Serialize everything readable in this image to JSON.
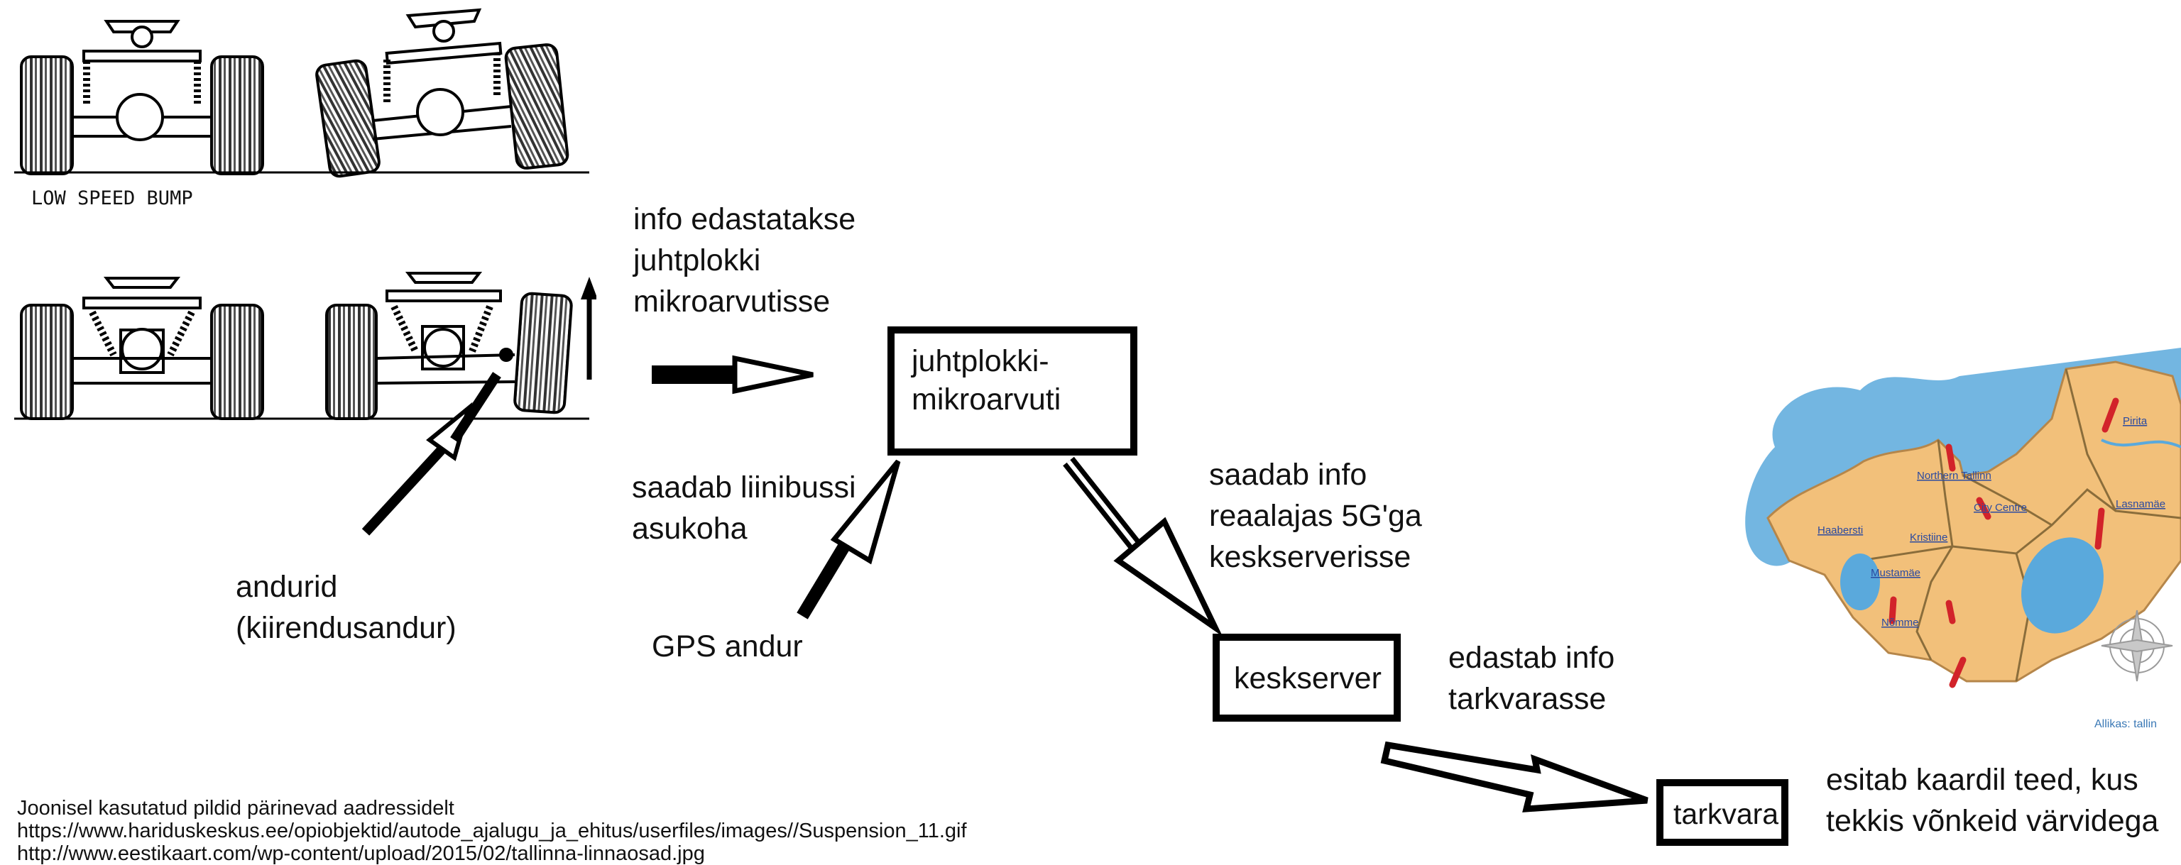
{
  "suspension": {
    "bump_label": "LOW SPEED BUMP"
  },
  "labels": {
    "info_edastatakse": [
      "info edastatakse",
      "juhtplokki",
      "mikroarvutisse"
    ],
    "saadab_liinibussi": [
      "saadab liinibussi",
      "asukoha"
    ],
    "andurid": [
      "andurid",
      "(kiirendusandur)"
    ],
    "gps": "GPS andur",
    "saadab_info": [
      "saadab info",
      "reaalajas 5G'ga",
      "keskserverisse"
    ],
    "edastab_info": [
      "edastab info",
      "tarkvarasse"
    ],
    "esitab": [
      "esitab kaardil teed, kus",
      "tekkis võnkeid värvidega"
    ]
  },
  "boxes": {
    "juhtplokki": [
      "juhtplokki-",
      "mikroarvuti"
    ],
    "keskserver": "keskserver",
    "tarkvara": "tarkvara"
  },
  "map": {
    "districts": [
      "Pirita",
      "Northern Tallinn",
      "City Centre",
      "Lasnamäe",
      "Haabersti",
      "Kristiine",
      "Mustamäe",
      "Nõmme"
    ],
    "credit": "Allikas: tallin"
  },
  "sources": [
    "Joonisel kasutatud pildid pärinevad aadressidelt",
    "https://www.hariduskeskus.ee/opiobjektid/autode_ajalugu_ja_ehitus/userfiles/images//Suspension_11.gif",
    "http://www.eestikaart.com/wp-content/upload/2015/02/tallinna-linnaosad.jpg"
  ],
  "colors": {
    "map_fill": "#f2c07a",
    "water": "#5aa9dc",
    "road_red": "#d2232a",
    "map_label": "#2b4aa0",
    "credit": "#3a78b5"
  }
}
